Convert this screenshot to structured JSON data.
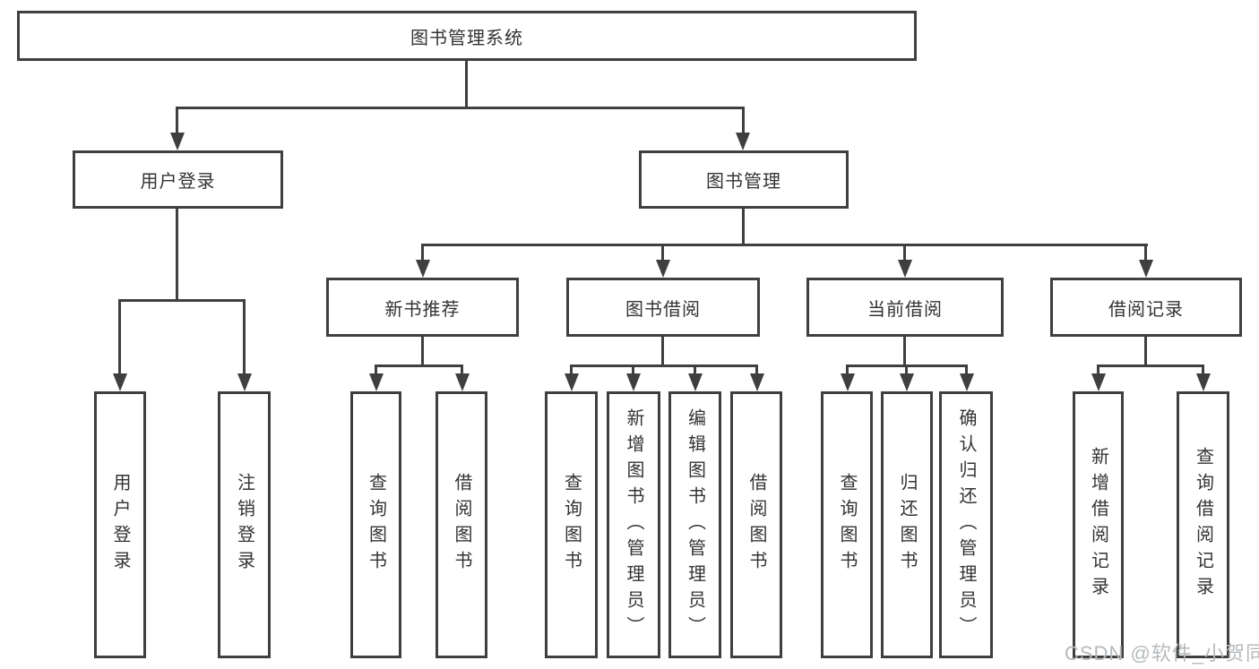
{
  "diagram_title": "图书管理系统",
  "tree": {
    "label": "图书管理系统",
    "children": [
      {
        "label": "用户登录",
        "children": [
          {
            "label": "用户登录"
          },
          {
            "label": "注销登录"
          }
        ]
      },
      {
        "label": "图书管理",
        "children": [
          {
            "label": "新书推荐",
            "children": [
              {
                "label": "查询图书"
              },
              {
                "label": "借阅图书"
              }
            ]
          },
          {
            "label": "图书借阅",
            "children": [
              {
                "label": "查询图书"
              },
              {
                "label": "新增图书（管理员）"
              },
              {
                "label": "编辑图书（管理员）"
              },
              {
                "label": "借阅图书"
              }
            ]
          },
          {
            "label": "当前借阅",
            "children": [
              {
                "label": "查询图书"
              },
              {
                "label": "归还图书"
              },
              {
                "label": "确认归还（管理员）"
              }
            ]
          },
          {
            "label": "借阅记录",
            "children": [
              {
                "label": "新增借阅记录"
              },
              {
                "label": "查询借阅记录"
              }
            ]
          }
        ]
      }
    ]
  },
  "watermark": {
    "text": "CSDN @软件_小贺同学"
  },
  "colors": {
    "line": "#3f3f3f",
    "text": "#333333",
    "watermark": "#b6babd",
    "background": "#ffffff"
  }
}
